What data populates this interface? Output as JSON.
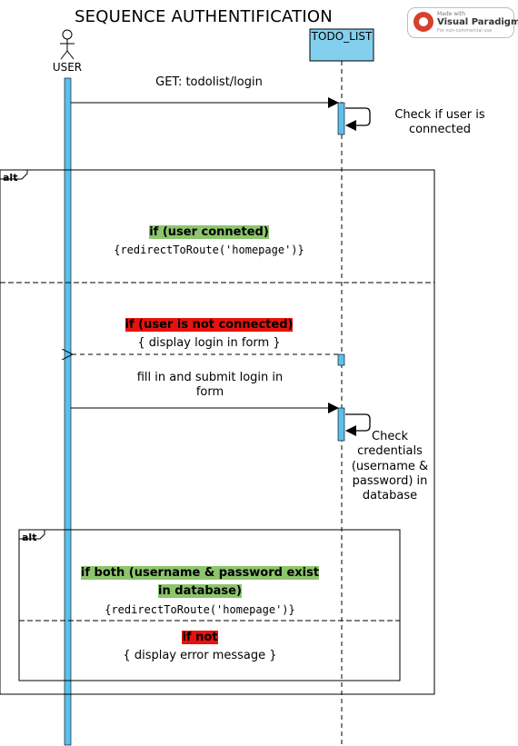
{
  "title": "SEQUENCE AUTHENTIFICATION",
  "badge": {
    "line1": "Made with",
    "line2": "Visual Paradigm",
    "line3": "For non-commercial use",
    "logo_color": "#d6402c"
  },
  "participants": {
    "actor": "USER",
    "system": "TODO_LIST"
  },
  "messages": {
    "get_login": "GET: todolist/login",
    "check_connected": "Check if user is connected",
    "display_login": "{ display login in form  }",
    "fill_submit": "fill in and submit login in form",
    "check_credentials": "Check credentials (username & password) in database"
  },
  "alt_outer": {
    "label": "alt",
    "case1_condition": "if (user conneted)",
    "case1_action": "{redirectToRoute('homepage')}",
    "case2_condition": "if (user is not connected)"
  },
  "alt_inner": {
    "label": "alt",
    "case1_condition": "if both (username & password exist in database)",
    "case1_action": "{redirectToRoute('homepage')}",
    "case2_condition": "if not",
    "case2_action": "{ display error message  }"
  },
  "colors": {
    "lifeline_blue": "#5bc0eb",
    "todo_box_blue": "#82cfee",
    "highlight_green": "#8cc56d",
    "highlight_red": "#e8120c"
  }
}
